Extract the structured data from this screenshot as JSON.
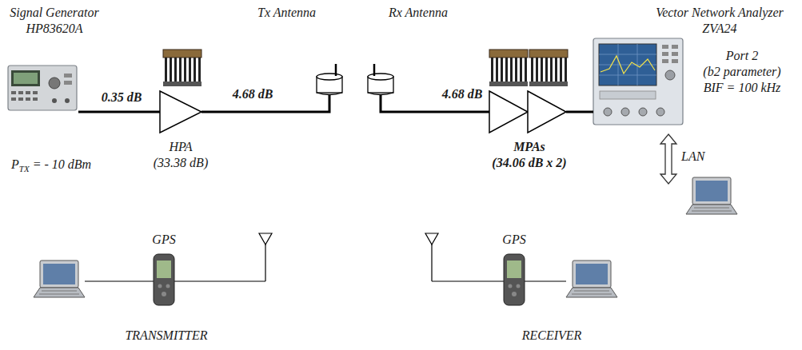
{
  "diagram": {
    "nodes": [
      {
        "text": [
          "Signal Generator HP83620A",
          "PTX = - 10 dBm"
        ]
      },
      {
        "text": [
          "HPA (33.38 dB)"
        ]
      },
      {
        "text": [
          "Tx Antenna"
        ]
      },
      {
        "text": [
          "Rx Antenna"
        ]
      },
      {
        "text": [
          "MPAs (34.06 dB x 2)"
        ]
      },
      {
        "text": [
          "Vector Network Analyzer ZVA24",
          "Port 2 (b2 parameter) BIF = 100 kHz"
        ]
      },
      {
        "text": [
          "GPS"
        ]
      },
      {
        "text": [
          "GPS"
        ]
      }
    ],
    "edges": [
      {
        "from": 0,
        "to": 1,
        "label": "0.35 dB",
        "arrow": "none"
      },
      {
        "from": 1,
        "to": 2,
        "label": "4.68 dB",
        "arrow": "none"
      },
      {
        "from": 3,
        "to": 4,
        "label": "4.68 dB",
        "arrow": "none"
      },
      {
        "from": 4,
        "to": 5,
        "arrow": "none"
      }
    ],
    "labels": [
      "LAN",
      "TRANSMITTER",
      "RECEIVER"
    ]
  }
}
